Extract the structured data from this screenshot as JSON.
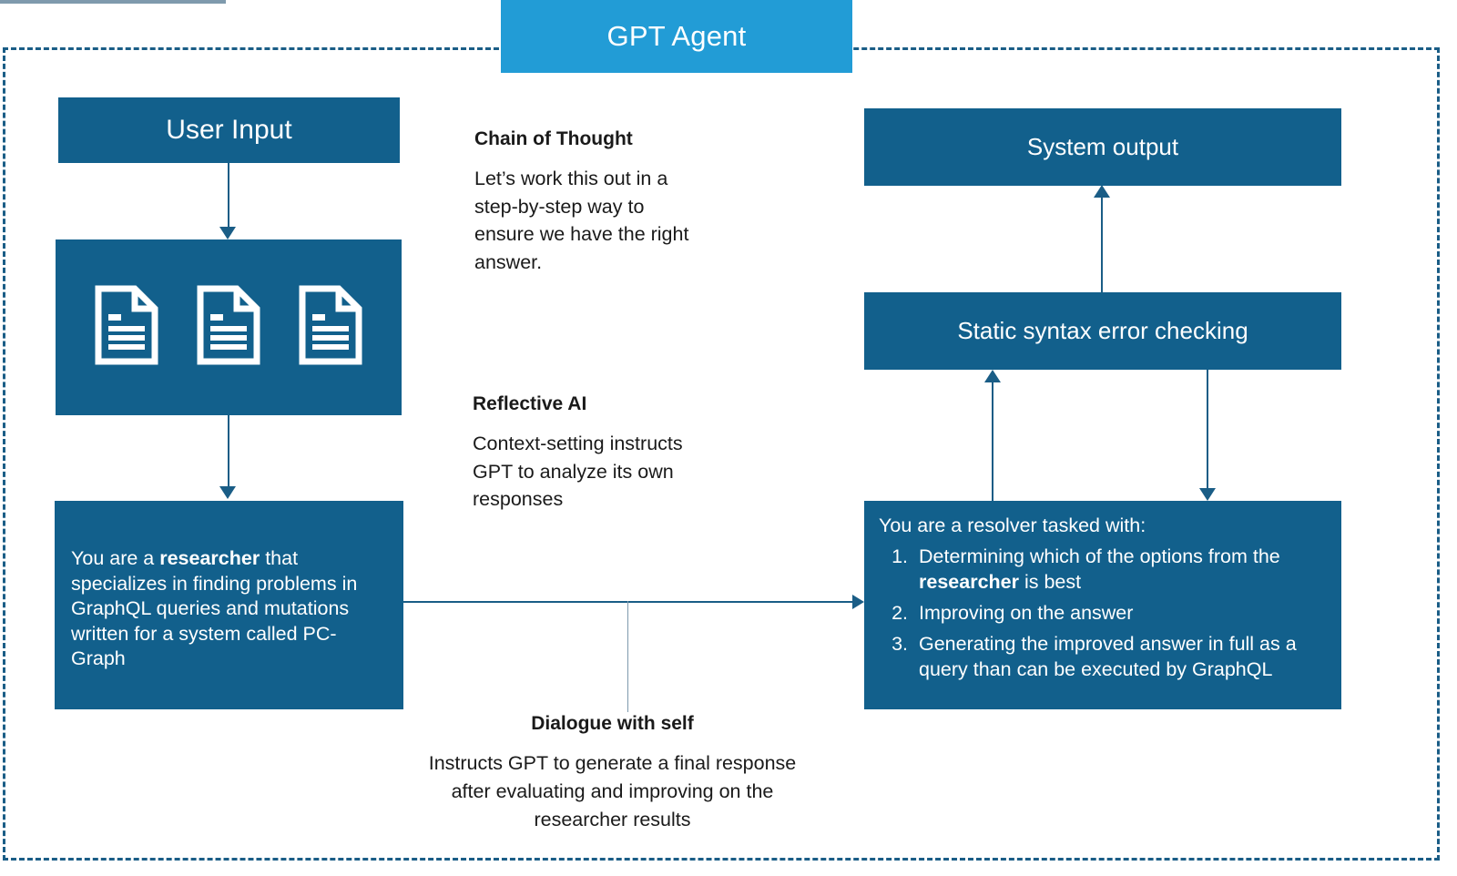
{
  "header": {
    "title": "GPT Agent",
    "bg_color": "#229CD6",
    "text_color": "#ffffff"
  },
  "theme": {
    "box_color": "#12608C",
    "accent_color": "#229CD6",
    "connector_color": "#1a5d86",
    "leader_color": "#7f9aad",
    "boundary_style": "dashed"
  },
  "boxes": {
    "user_input": {
      "label": "User Input"
    },
    "documents": {
      "icon_name": "document-icon",
      "icon_count": 3
    },
    "researcher": {
      "text_parts": [
        {
          "text": "You are a ",
          "bold": false
        },
        {
          "text": "researcher",
          "bold": true
        },
        {
          "text": " that specializes in finding problems in GraphQL queries and mutations written for a system called PC-Graph",
          "bold": false
        }
      ],
      "plain_text": "You are a researcher that specializes in finding problems in GraphQL queries and mutations written for a system called PC-Graph"
    },
    "system_output": {
      "label": "System output"
    },
    "syntax_check": {
      "label": "Static syntax error checking"
    },
    "resolver": {
      "lead": "You are a resolver tasked with:",
      "items": [
        {
          "number": "1.",
          "parts": [
            {
              "text": "Determining which of the options from the ",
              "bold": false
            },
            {
              "text": "researcher",
              "bold": true
            },
            {
              "text": " is best",
              "bold": false
            }
          ],
          "plain_text": "Determining which of the options from the researcher is best"
        },
        {
          "number": "2.",
          "parts": [
            {
              "text": "Improving on the answer",
              "bold": false
            }
          ],
          "plain_text": "Improving on the answer"
        },
        {
          "number": "3.",
          "parts": [
            {
              "text": "Generating the improved answer in full as a query than can be executed by GraphQL",
              "bold": false
            }
          ],
          "plain_text": "Generating the improved answer in full as a query than can be executed by GraphQL"
        }
      ]
    }
  },
  "annotations": {
    "chain_of_thought": {
      "title": "Chain of Thought",
      "body": "Let’s work this out in a step-by-step way to ensure we have the right answer."
    },
    "reflective_ai": {
      "title": "Reflective AI",
      "body": "Context-setting instructs GPT to analyze its own responses"
    },
    "dialogue_with_self": {
      "title": "Dialogue with self",
      "body": "Instructs GPT to generate a final response after evaluating and improving on the researcher results"
    }
  }
}
